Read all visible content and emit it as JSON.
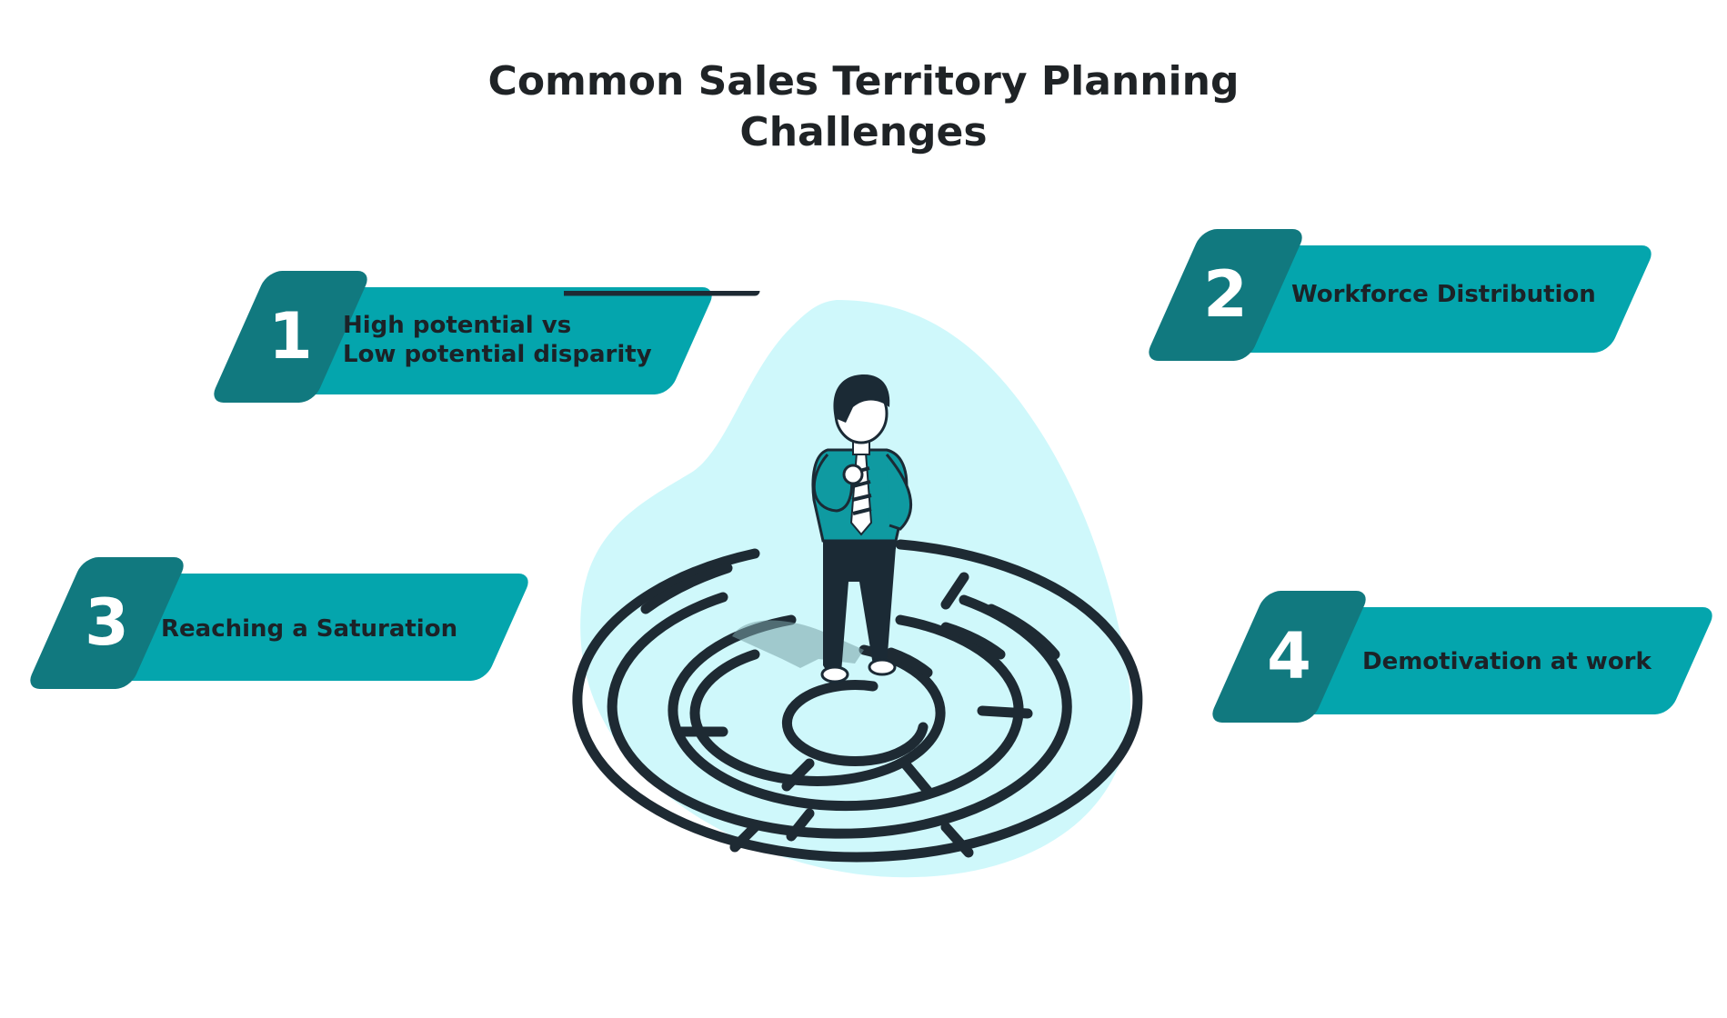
{
  "title": {
    "line1": "Common Sales Territory Planning",
    "line2": "Challenges"
  },
  "challenges": [
    {
      "number": "1",
      "line1": "High potential vs",
      "line2": "Low potential disparity"
    },
    {
      "number": "2",
      "line1": "Workforce Distribution"
    },
    {
      "number": "3",
      "line1": "Reaching a Saturation"
    },
    {
      "number": "4",
      "line1": "Demotivation at work"
    }
  ],
  "colors": {
    "card_body": "#04a5ad",
    "number_badge": "#11797f",
    "blob": "#cff8fb",
    "maze": "#1e2a33",
    "shirt": "#0f9aa1"
  },
  "illustration": "person-standing-in-circular-maze"
}
